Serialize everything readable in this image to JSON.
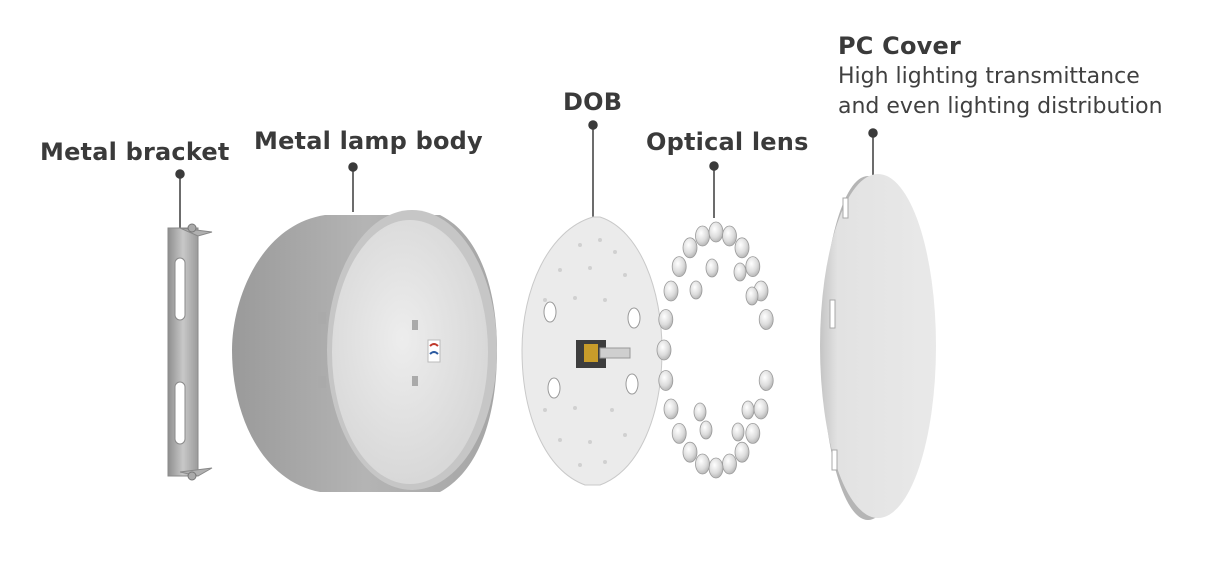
{
  "components": {
    "metal_bracket": {
      "label": "Metal bracket"
    },
    "metal_lamp_body": {
      "label": "Metal lamp body"
    },
    "dob": {
      "label": "DOB"
    },
    "optical_lens": {
      "label": "Optical lens"
    },
    "pc_cover": {
      "label": "PC Cover",
      "description_line1": "High lighting transmittance",
      "description_line2": "and even lighting distribution"
    }
  }
}
